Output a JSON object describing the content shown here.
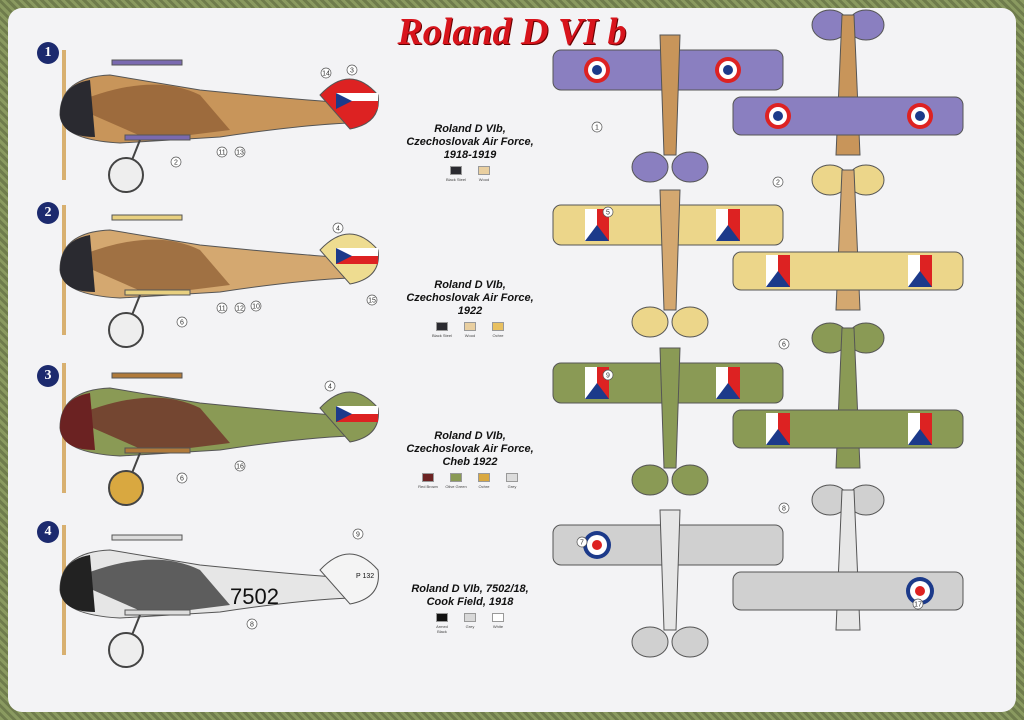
{
  "title": "Roland D VI b",
  "schemes": [
    {
      "number": "1",
      "caption": [
        "Roland D VIb,",
        "Czechoslovak Air Force,",
        "1918-1919"
      ],
      "swatches": [
        {
          "label": "Black Steel",
          "color": "#2a2a30"
        },
        {
          "label": "Wood",
          "color": "#e9cfa0"
        }
      ],
      "callouts": [
        "14",
        "3",
        "2",
        "11",
        "13",
        "1",
        "2"
      ]
    },
    {
      "number": "2",
      "caption": [
        "Roland D VIb,",
        "Czechoslovak Air Force,",
        "1922"
      ],
      "swatches": [
        {
          "label": "Black Steel",
          "color": "#2a2a30"
        },
        {
          "label": "Wood",
          "color": "#e9cfa0"
        },
        {
          "label": "Ochre",
          "color": "#e8c060"
        }
      ],
      "callouts": [
        "4",
        "11",
        "12",
        "10",
        "15",
        "6",
        "5",
        "6"
      ]
    },
    {
      "number": "3",
      "caption": [
        "Roland D VIb,",
        "Czechoslovak Air Force,",
        "Cheb 1922"
      ],
      "swatches": [
        {
          "label": "Red Brown",
          "color": "#6b2222"
        },
        {
          "label": "Olive Green",
          "color": "#8a9a55"
        },
        {
          "label": "Ochre",
          "color": "#d9a840"
        },
        {
          "label": "Grey",
          "color": "#dcdcdc"
        }
      ],
      "callouts": [
        "4",
        "16",
        "6",
        "9",
        "8"
      ]
    },
    {
      "number": "4",
      "caption": [
        "Roland D VIb, 7502/18,",
        "Cook Field, 1918"
      ],
      "swatches": [
        {
          "label": "Armed Black",
          "color": "#111"
        },
        {
          "label": "Grey",
          "color": "#d8d8d8"
        },
        {
          "label": "White",
          "color": "#ffffff"
        }
      ],
      "serial": "7502",
      "rudder_text": "P 132",
      "callouts": [
        "9",
        "8",
        "7",
        "17"
      ]
    }
  ]
}
